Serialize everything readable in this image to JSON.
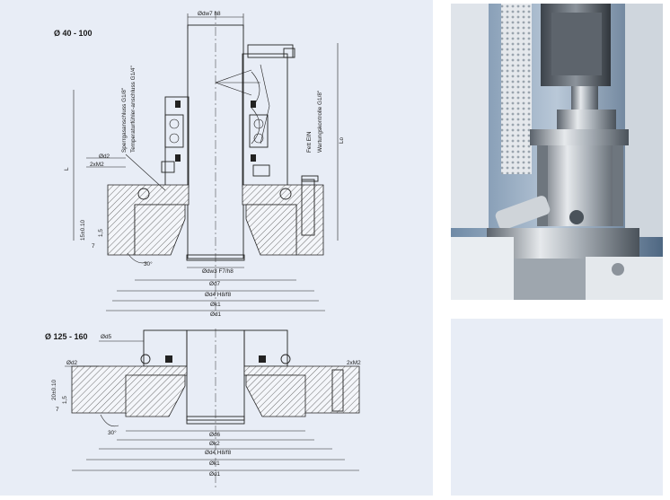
{
  "drawing_top": {
    "section_label": "Ø 40 - 100",
    "dim_top": "Ødw7 h8",
    "dim_dw3": "Ødw3 F7/h8",
    "dim_d7": "Ød7",
    "dim_d4": "Ød4 H8/f8",
    "dim_k1": "Øk1",
    "dim_d1": "Ød1",
    "dim_d2": "Ød2",
    "dim_2xm2": "2xM2",
    "dim_l": "L",
    "dim_lo": "Lo",
    "dim_15": "15±0.10",
    "dim_7": "7",
    "dim_1_5": "1,5",
    "dim_30": "30°",
    "note_sperr": "Sperrgasanschluss G1/8\"",
    "note_temp": "Temperaturfühler-anschluss G1/4\"",
    "note_fett": "Fett EIN",
    "note_wartung": "Wartungskontrolle G1/8\""
  },
  "drawing_bottom": {
    "section_label": "Ø 125 - 160",
    "dim_d5": "Ød5",
    "dim_d2": "Ød2",
    "dim_2xm2": "2xM2",
    "dim_20": "20±0.10",
    "dim_7": "7",
    "dim_1_5": "1,5",
    "dim_30": "30°",
    "dim_d6": "Ød6",
    "dim_k2": "Øk2",
    "dim_d4": "Ød4 H8/f8",
    "dim_k1": "Øk1",
    "dim_d1": "Ød1"
  },
  "colors": {
    "panel_bg": "#e8edf6",
    "line": "#222222",
    "steel_light": "#d9dde2",
    "steel_dark": "#8c939b"
  }
}
